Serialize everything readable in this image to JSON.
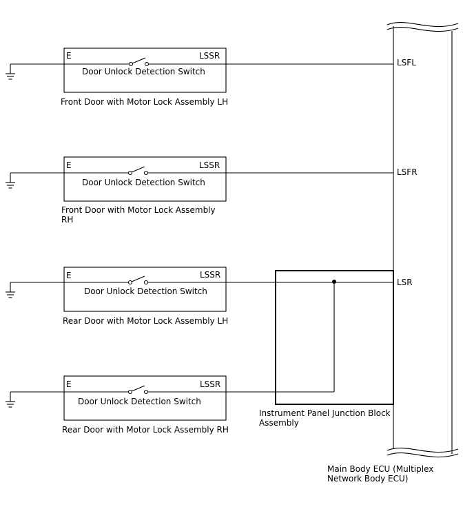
{
  "switches": [
    {
      "pin_left": "E",
      "pin_right": "LSSR",
      "switch_label": "Door Unlock Detection Switch",
      "caption": [
        "Front Door with Motor Lock Assembly LH"
      ]
    },
    {
      "pin_left": "E",
      "pin_right": "LSSR",
      "switch_label": "Door Unlock Detection Switch",
      "caption": [
        "Front Door with Motor Lock Assembly",
        "RH"
      ]
    },
    {
      "pin_left": "E",
      "pin_right": "LSSR",
      "switch_label": "Door Unlock Detection Switch",
      "caption": [
        "Rear Door with Motor Lock Assembly LH"
      ]
    },
    {
      "pin_left": "E",
      "pin_right": "LSSR",
      "switch_label": "Door Unlock Detection Switch",
      "caption": [
        "Rear Door with Motor Lock Assembly RH"
      ]
    }
  ],
  "ecu": {
    "pins": [
      "LSFL",
      "LSFR",
      "LSR"
    ],
    "caption": [
      "Main Body ECU (Multiplex",
      "Network Body ECU)"
    ]
  },
  "junction_block": {
    "caption": [
      "Instrument Panel Junction Block",
      "Assembly"
    ]
  }
}
